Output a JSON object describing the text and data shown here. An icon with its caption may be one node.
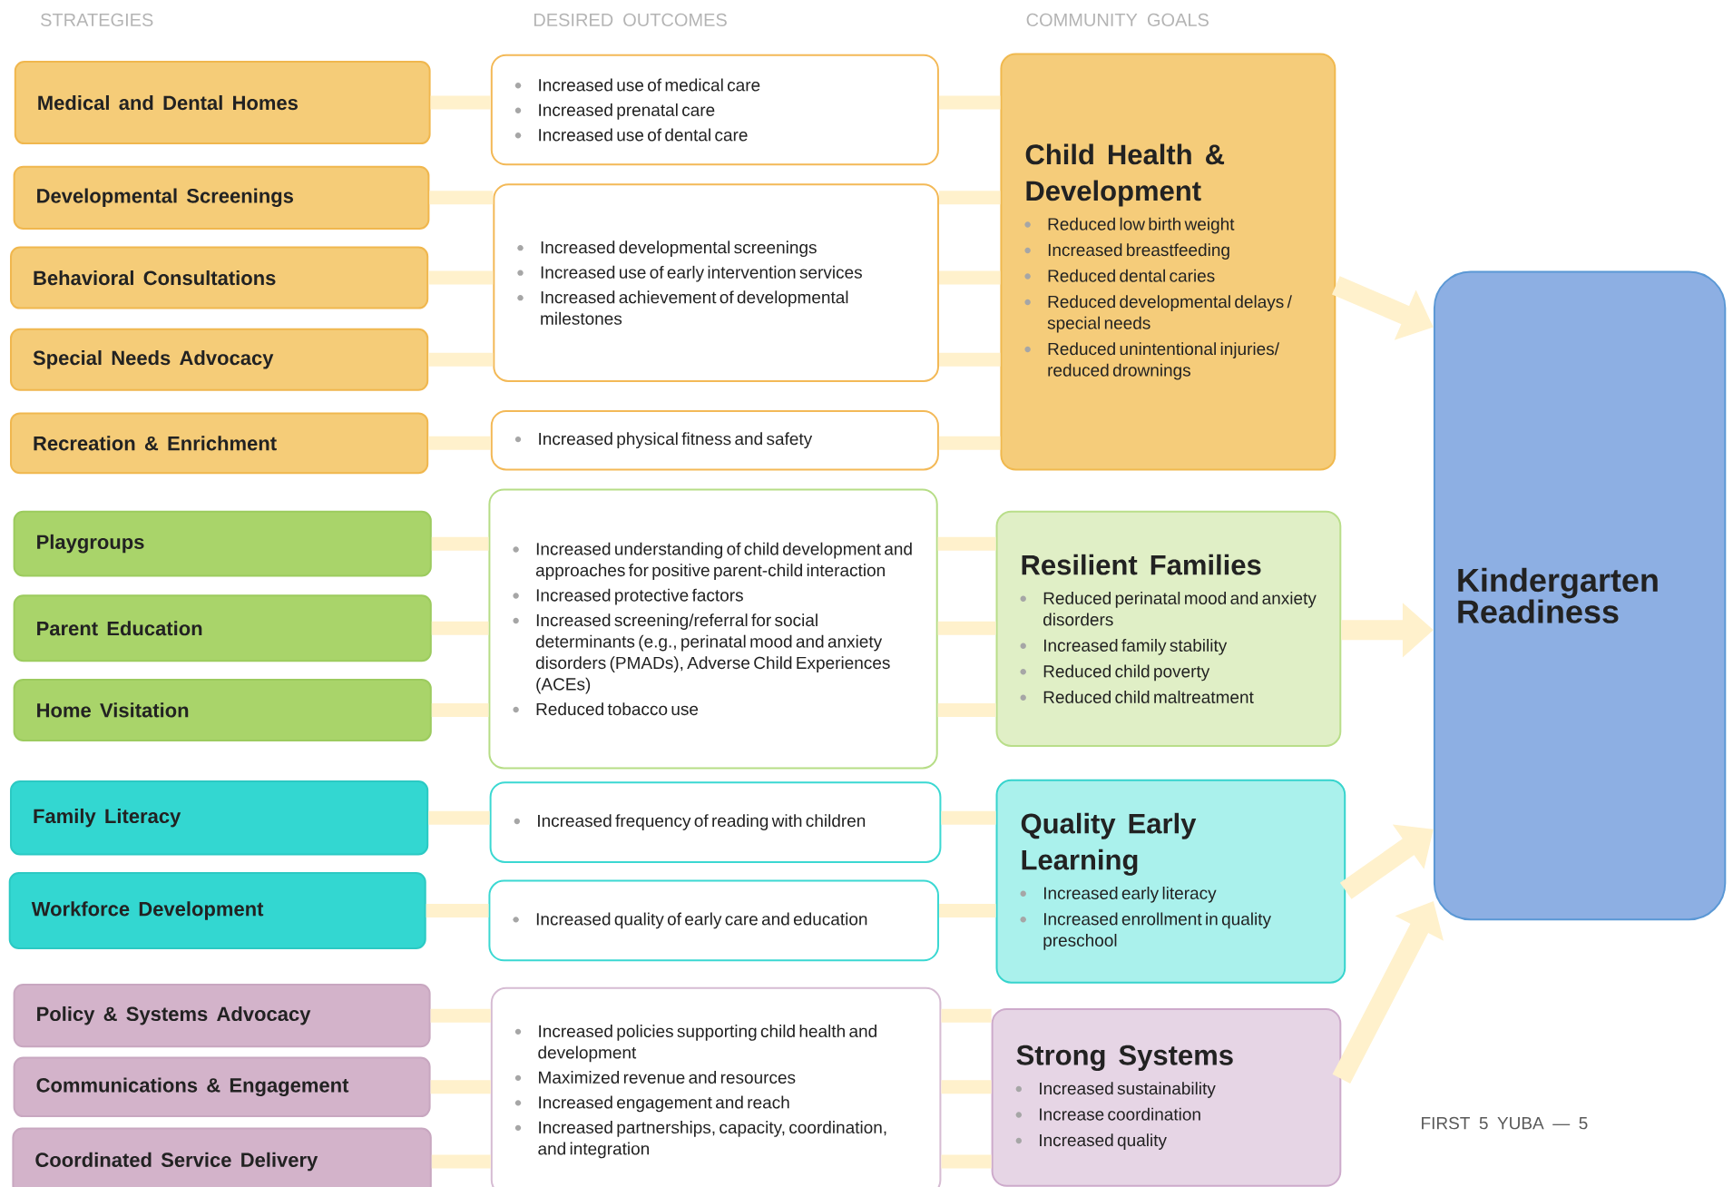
{
  "diagram": {
    "nodes": [
      {
        "text": [
          "Medical and Dental Homes"
        ]
      },
      {
        "text": [
          "Developmental Screenings"
        ]
      },
      {
        "text": [
          "Behavioral Consultations"
        ]
      },
      {
        "text": [
          "Special Needs Advocacy"
        ]
      },
      {
        "text": [
          "Recreation & Enrichment"
        ]
      },
      {
        "text": [
          "Playgroups"
        ]
      },
      {
        "text": [
          "Parent Education"
        ]
      },
      {
        "text": [
          "Home Visitation"
        ]
      },
      {
        "text": [
          "Family Literacy"
        ]
      },
      {
        "text": [
          "Workforce Development"
        ]
      },
      {
        "text": [
          "Policy & Systems Advocacy"
        ]
      },
      {
        "text": [
          "Communications & Engagement"
        ]
      },
      {
        "text": [
          "Coordinated Service Delivery"
        ]
      },
      {
        "text": [
          "Increased use of medical care",
          "Increased prenatal care",
          "Increased use of dental care"
        ]
      },
      {
        "text": [
          "Increased developmental screenings",
          "Increased use of early intervention services",
          "Increased achievement of developmental milestones"
        ]
      },
      {
        "text": [
          "Increased physical fitness and safety"
        ]
      },
      {
        "text": [
          "Increased understanding of child development and approaches for positive parent-child interaction",
          "Increased protective factors",
          "Increased screening/referral for social determinants (e.g., perinatal mood and anxiety disorders (PMADs), Adverse Child Experiences (ACEs)",
          "Reduced tobacco use"
        ]
      },
      {
        "text": [
          "Increased frequency of reading with children"
        ]
      },
      {
        "text": [
          "Increased quality of early care and education"
        ]
      },
      {
        "text": [
          "Increased policies supporting child health and development",
          "Maximized revenue and resources",
          "Increased engagement and reach",
          "Increased partnerships, capacity, coordination, and integration"
        ]
      },
      {
        "text": [
          "Child Health & Development",
          "Reduced low birth weight",
          "Increased breastfeeding",
          "Reduced dental caries",
          "Reduced developmental delays / special needs",
          "Reduced unintentional injuries/ reduced drownings"
        ]
      },
      {
        "text": [
          "Resilient Families",
          "Reduced perinatal mood and anxiety disorders",
          "Increased family stability",
          "Reduced child poverty",
          "Reduced child maltreatment"
        ]
      },
      {
        "text": [
          "Quality Early Learning",
          "Increased early literacy",
          "Increased enrollment in quality preschool"
        ]
      },
      {
        "text": [
          "Strong Systems",
          "Increased sustainability",
          "Increase coordination",
          "Increased quality"
        ]
      },
      {
        "text": [
          "Kindergarten Readiness"
        ]
      }
    ],
    "edges": [
      {
        "from": 0,
        "to": 13,
        "arrow": "none"
      },
      {
        "from": 1,
        "to": 14,
        "arrow": "none"
      },
      {
        "from": 2,
        "to": 14,
        "arrow": "none"
      },
      {
        "from": 3,
        "to": 14,
        "arrow": "none"
      },
      {
        "from": 4,
        "to": 15,
        "arrow": "none"
      },
      {
        "from": 5,
        "to": 16,
        "arrow": "none"
      },
      {
        "from": 6,
        "to": 16,
        "arrow": "none"
      },
      {
        "from": 7,
        "to": 16,
        "arrow": "none"
      },
      {
        "from": 8,
        "to": 17,
        "arrow": "none"
      },
      {
        "from": 9,
        "to": 18,
        "arrow": "none"
      },
      {
        "from": 10,
        "to": 19,
        "arrow": "none"
      },
      {
        "from": 11,
        "to": 19,
        "arrow": "none"
      },
      {
        "from": 12,
        "to": 19,
        "arrow": "none"
      },
      {
        "from": 13,
        "to": 20,
        "arrow": "none"
      },
      {
        "from": 14,
        "to": 20,
        "arrow": "none"
      },
      {
        "from": 14,
        "to": 20,
        "arrow": "none"
      },
      {
        "from": 14,
        "to": 20,
        "arrow": "none"
      },
      {
        "from": 15,
        "to": 20,
        "arrow": "none"
      },
      {
        "from": 16,
        "to": 21,
        "arrow": "none"
      },
      {
        "from": 16,
        "to": 21,
        "arrow": "none"
      },
      {
        "from": 16,
        "to": 21,
        "arrow": "none"
      },
      {
        "from": 17,
        "to": 22,
        "arrow": "none"
      },
      {
        "from": 18,
        "to": 22,
        "arrow": "none"
      },
      {
        "from": 19,
        "to": 23,
        "arrow": "none"
      },
      {
        "from": 19,
        "to": 23,
        "arrow": "none"
      },
      {
        "from": 19,
        "to": 23,
        "arrow": "none"
      },
      {
        "from": 20,
        "to": 24,
        "arrow": "to"
      },
      {
        "from": 21,
        "to": 24,
        "arrow": "to"
      },
      {
        "from": 22,
        "to": 24,
        "arrow": "to"
      },
      {
        "from": 23,
        "to": 24,
        "arrow": "to"
      }
    ],
    "labels": [
      "STRATEGIES",
      "DESIRED OUTCOMES",
      "COMMUNITY GOALS",
      "FIRST 5 YUBA — 5"
    ]
  }
}
